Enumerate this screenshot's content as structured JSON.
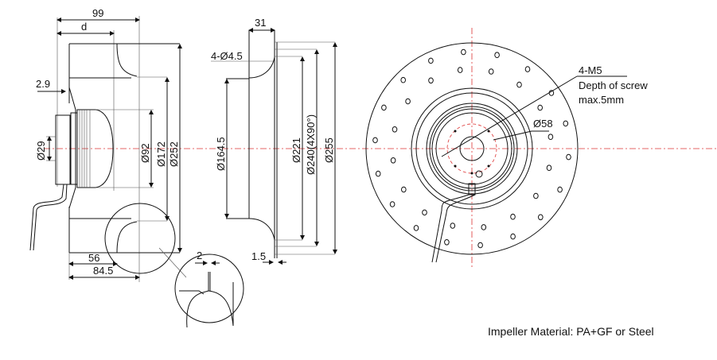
{
  "side_view": {
    "dim_overall": "99",
    "dim_d": "d",
    "dim_shaft_offset": "2.9",
    "dim_shaft_dia": "Ø29",
    "dim_motor_dia": "Ø92",
    "dim_inlet_dia": "Ø172",
    "dim_outer_dia": "Ø252",
    "dim_56": "56",
    "dim_84_5": "84.5",
    "detail_gap": "2"
  },
  "inlet_ring_view": {
    "dim_31": "31",
    "holes": "4-Ø4.5",
    "dim_inner": "Ø164.5",
    "dim_221": "Ø221",
    "dim_240": "Ø240(4X90°)",
    "dim_255": "Ø255",
    "dim_1_5": "1.5"
  },
  "front_view": {
    "screws": "4-M5",
    "screw_depth_1": "Depth of screw",
    "screw_depth_2": "max.5mm",
    "dim_58": "Ø58"
  },
  "material_note": "Impeller Material:  PA+GF or Steel",
  "colors": {
    "centerline": "#dd3333",
    "line": "#111111"
  }
}
